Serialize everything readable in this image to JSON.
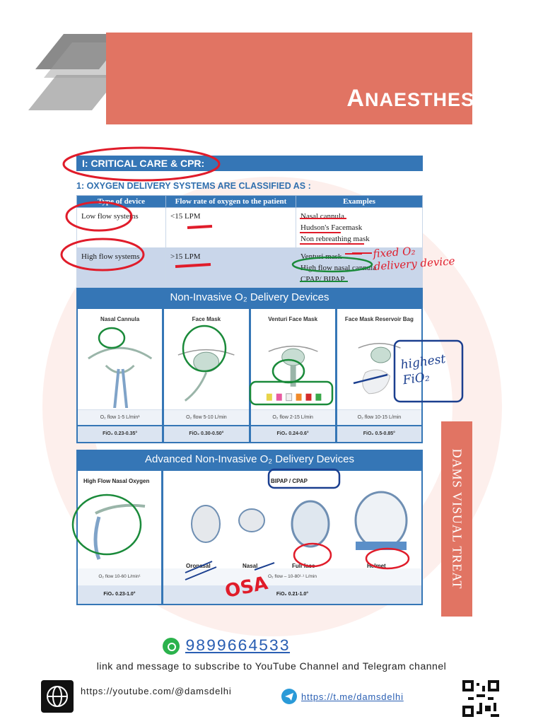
{
  "header": {
    "title_cap": "A",
    "title_rest": "NAESTHESIA"
  },
  "side_tab": {
    "text": "DAMS VISUAL TREAT"
  },
  "section": {
    "heading": "I: CRITICAL CARE & CPR:",
    "subheading": "1: OXYGEN DELIVERY SYSTEMS ARE CLASSIFIED AS :"
  },
  "table": {
    "headers": [
      "Type of device",
      "Flow rate of oxygen to the patient",
      "Examples"
    ],
    "rows": [
      {
        "device": "Low flow systems",
        "flow": "<15 LPM",
        "examples": [
          "Nasal cannula",
          "Hudson's Facemask",
          "Non rebreathing mask"
        ]
      },
      {
        "device": "High flow systems",
        "flow": ">15 LPM",
        "examples": [
          "Venturi mask",
          "High flow nasal cannula",
          "CPAP/ BIPAP"
        ]
      }
    ]
  },
  "panel1": {
    "title": "Non-Invasive O₂ Delivery Devices",
    "devices": [
      {
        "name": "Nasal Cannula",
        "flow": "O₂ flow 1-5 L/min¹",
        "fio2": "FiO₂ 0.23-0.35°"
      },
      {
        "name": "Face Mask",
        "flow": "O₂ flow 5-10 L/min",
        "fio2": "FiO₂ 0.30-0.50°"
      },
      {
        "name": "Venturi Face Mask",
        "flow": "O₂ flow 2-15 L/min",
        "fio2": "FiO₂ 0.24-0.6°"
      },
      {
        "name": "Face Mask Reservoir Bag",
        "flow": "O₂ flow 10-15 L/min",
        "fio2": "FiO₂ 0.5-0.85°"
      }
    ]
  },
  "panel2": {
    "title": "Advanced Non-Invasive O₂ Delivery Devices",
    "left": {
      "name": "High Flow Nasal Oxygen",
      "flow": "O₂ flow 10-60 L/min¹",
      "fio2": "FiO₂ 0.23-1.0°"
    },
    "right": {
      "group_label": "BIPAP / CPAP",
      "masks": [
        "Oronasal",
        "Nasal",
        "Full face",
        "Helmet"
      ],
      "flow": "O₂ flow – 10-80¹·¹ L/min",
      "fio2": "FiO₂ 0.21-1.0°"
    }
  },
  "annotations": {
    "venturi_note": "fixed O₂ delivery device",
    "reservoir_note": "highest FiO₂",
    "osa_note": "OSA"
  },
  "footer": {
    "phone": "9899664533",
    "note": "link and message to subscribe to YouTube Channel and Telegram channel",
    "youtube": "https://youtube.com/@damsdelhi",
    "telegram": "https://t.me/damsdelhi"
  },
  "colors": {
    "brand_red": "#e17463",
    "brand_blue": "#3576b6",
    "pen_red": "#e01c2a",
    "pen_green": "#1a8a3a",
    "pen_navy": "#1b3f8f"
  }
}
